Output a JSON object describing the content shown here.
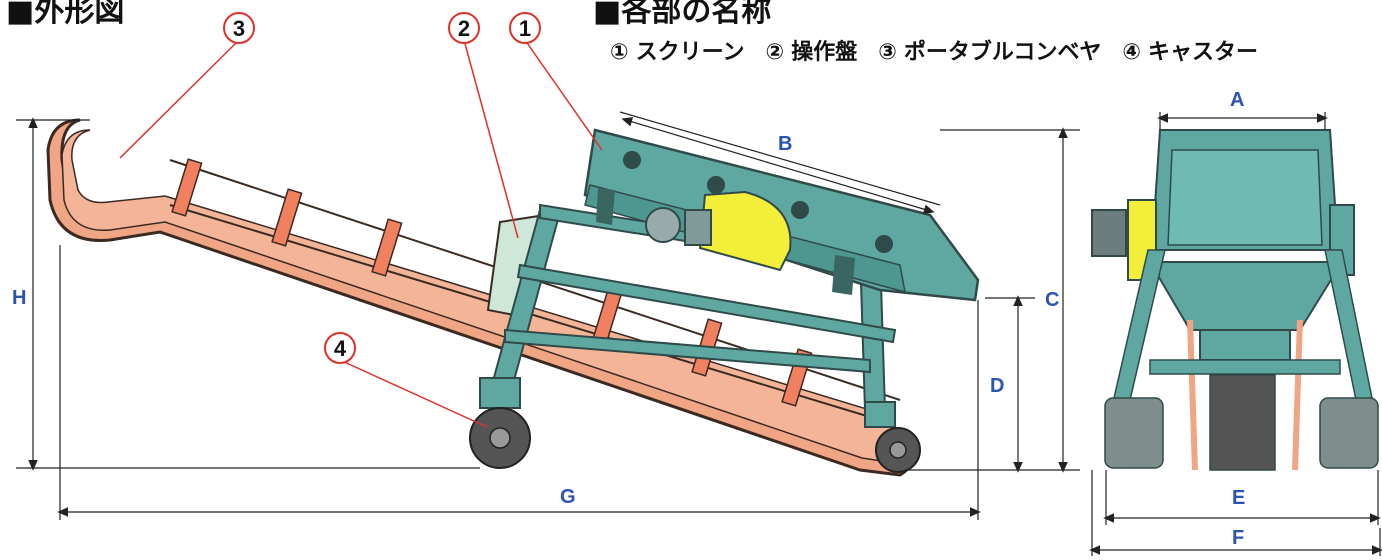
{
  "header": {
    "left_title": "■外形図",
    "right_title": "■各部の名称"
  },
  "parts": [
    {
      "number": "①",
      "name": "スクリーン"
    },
    {
      "number": "②",
      "name": "操作盤"
    },
    {
      "number": "③",
      "name": "ポータブルコンベヤ"
    },
    {
      "number": "④",
      "name": "キャスター"
    }
  ],
  "callouts": [
    "1",
    "2",
    "3",
    "4"
  ],
  "dimensions": {
    "A": "A",
    "B": "B",
    "C": "C",
    "D": "D",
    "E": "E",
    "F": "F",
    "G": "G",
    "H": "H"
  },
  "colors": {
    "machine_frame": "#5fa8a2",
    "conveyor": "#f0a585",
    "motor_guard": "#f3ee3a",
    "dimension_text": "#2a54b0",
    "callout_line": "#e0302a"
  }
}
